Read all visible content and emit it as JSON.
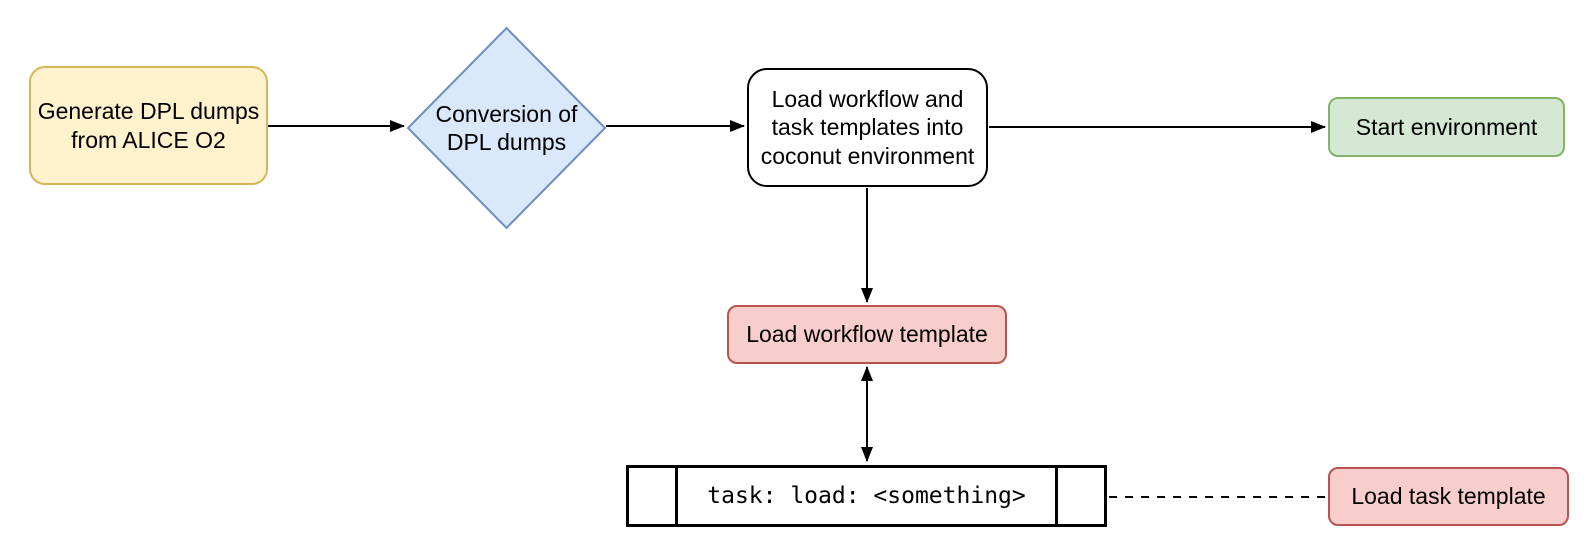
{
  "diagram": {
    "background": "#ffffff",
    "palette": {
      "yellow_fill": "#FFF2CC",
      "yellow_stroke": "#D6B656",
      "blue_fill": "#DAE8FC",
      "blue_stroke": "#6C8EBF",
      "green_fill": "#D5E8D4",
      "green_stroke": "#82B366",
      "red_fill": "#F8CECC",
      "red_stroke": "#B85450",
      "plain_fill": "#FFFFFF",
      "plain_stroke": "#000000",
      "edge_color": "#000000"
    },
    "nodes": {
      "generate_dumps": {
        "label": "Generate DPL dumps from ALICE O2",
        "shape": "rounded-rect",
        "fill": "#FFF2CC",
        "stroke": "#D6B656"
      },
      "conversion": {
        "label": "Conversion of DPL dumps",
        "shape": "diamond",
        "fill": "#DAE8FC",
        "stroke": "#6C8EBF"
      },
      "load_templates": {
        "label": "Load workflow and task templates into coconut environment",
        "shape": "rounded-rect",
        "fill": "#FFFFFF",
        "stroke": "#000000"
      },
      "start_environment": {
        "label": "Start environment",
        "shape": "rounded-rect",
        "fill": "#D5E8D4",
        "stroke": "#82B366"
      },
      "load_workflow_template": {
        "label": "Load workflow template",
        "shape": "rounded-rect",
        "fill": "#F8CECC",
        "stroke": "#B85450"
      },
      "task_template_code": {
        "label": "task: load: <something>",
        "shape": "predefined-process",
        "fill": "#FFFFFF",
        "stroke": "#000000"
      },
      "load_task_template": {
        "label": "Load task template",
        "shape": "rounded-rect",
        "fill": "#F8CECC",
        "stroke": "#B85450"
      }
    },
    "edges": [
      {
        "from": "generate_dumps",
        "to": "conversion",
        "style": "solid-arrow"
      },
      {
        "from": "conversion",
        "to": "load_templates",
        "style": "solid-arrow"
      },
      {
        "from": "load_templates",
        "to": "start_environment",
        "style": "solid-arrow"
      },
      {
        "from": "load_templates",
        "to": "load_workflow_template",
        "style": "solid-arrow"
      },
      {
        "from": "load_workflow_template",
        "to": "task_template_code",
        "style": "double-arrow"
      },
      {
        "from": "task_template_code",
        "to": "load_task_template",
        "style": "dashed-line"
      }
    ]
  }
}
